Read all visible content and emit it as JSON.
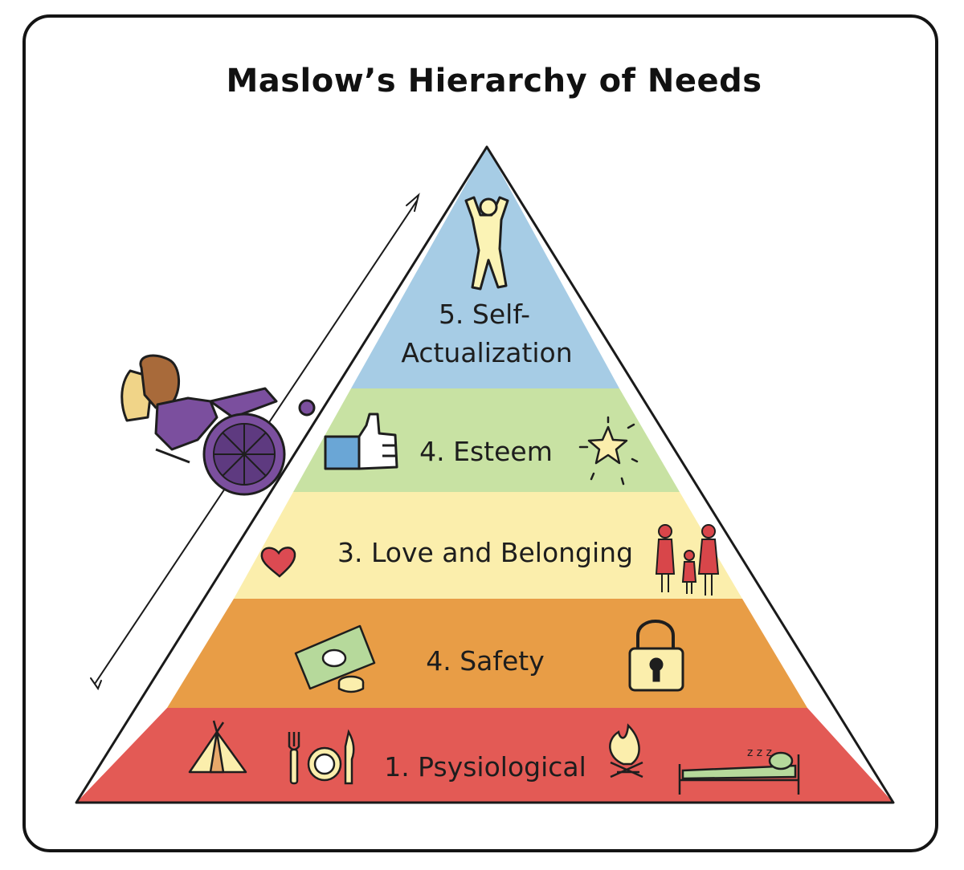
{
  "title": "Maslow’s Hierarchy of Needs",
  "levels": [
    {
      "line1": "5. Self-",
      "line2": "Actualization",
      "color": "#a6cce5"
    },
    {
      "label": "4. Esteem",
      "color": "#c8e2a3"
    },
    {
      "label": "3. Love and Belonging",
      "color": "#fbeeac"
    },
    {
      "label": "4. Safety",
      "color": "#e89d46"
    },
    {
      "label": "1. Psysiological",
      "color": "#e35a55"
    }
  ],
  "icons": {
    "top": "person-arms-raised-icon",
    "esteem": [
      "thumbs-up-icon",
      "star-icon"
    ],
    "love": [
      "heart-icon",
      "family-icon"
    ],
    "safety": [
      "money-icon",
      "padlock-icon"
    ],
    "physiological": [
      "tent-icon",
      "plate-cutlery-icon",
      "campfire-icon",
      "bed-icon"
    ],
    "climber": "wheelchair-user-icon",
    "arrow": "upward-arrow-icon"
  }
}
